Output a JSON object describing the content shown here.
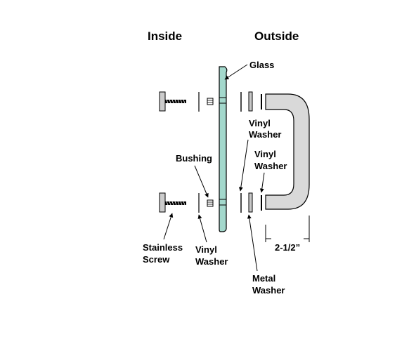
{
  "headings": {
    "inside": "Inside",
    "outside": "Outside"
  },
  "labels": {
    "glass": "Glass",
    "bushing": "Bushing",
    "vinyl_washer_top": [
      "Vinyl",
      "Washer"
    ],
    "vinyl_washer_right": [
      "Vinyl",
      "Washer"
    ],
    "stainless_screw": [
      "Stainless",
      "Screw"
    ],
    "vinyl_washer_bottom": [
      "Vinyl",
      "Washer"
    ],
    "metal_washer": [
      "Metal",
      "Washer"
    ],
    "dimension": "2-1/2”"
  },
  "colors": {
    "glass_fill": "#a3d8cc",
    "handle_fill": "#d9d9d9",
    "screw_head_fill": "#cccccc",
    "metal_washer_fill": "#c8c8c8",
    "stroke": "#000000"
  }
}
